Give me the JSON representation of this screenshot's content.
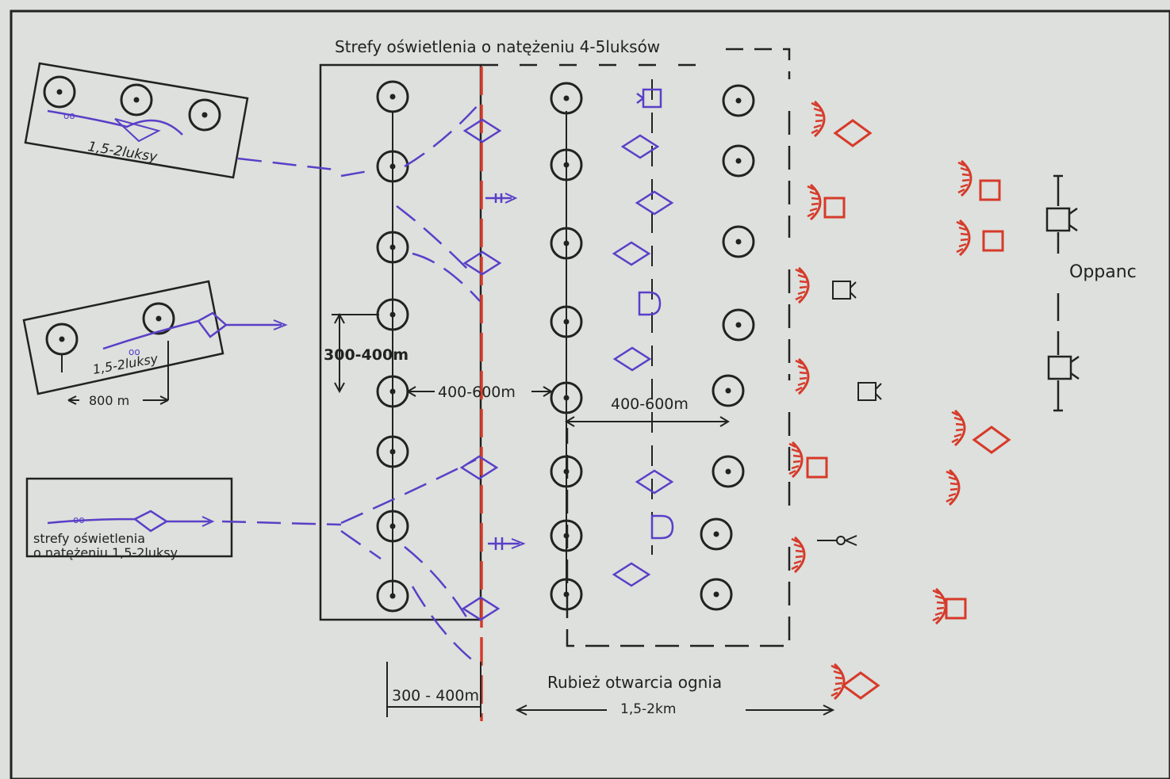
{
  "labels": {
    "zone_main": "Strefy oświetlenia o natężeniu 4-5luksów",
    "zone_top": "1,5-2luksy",
    "zone_mid": "1,5-2luksy",
    "dist_800": "800 m",
    "zone_bottom_line1": "strefy oświetlenia",
    "zone_bottom_line2": "o natężeniu 1,5-2luksy",
    "spacing_vertical": "300-400m",
    "spacing_mid": "400-600m",
    "spacing_right": "400-600m",
    "spacing_bottom": "300 - 400m",
    "fire_line": "Rubież otwarcia ognia",
    "fire_dist": "1,5-2km",
    "enemy": "Oppanc"
  },
  "colors": {
    "ink": "#222222",
    "blue": "#5a3fc8",
    "red": "#d63a2a",
    "paper": "#dde0dc"
  }
}
